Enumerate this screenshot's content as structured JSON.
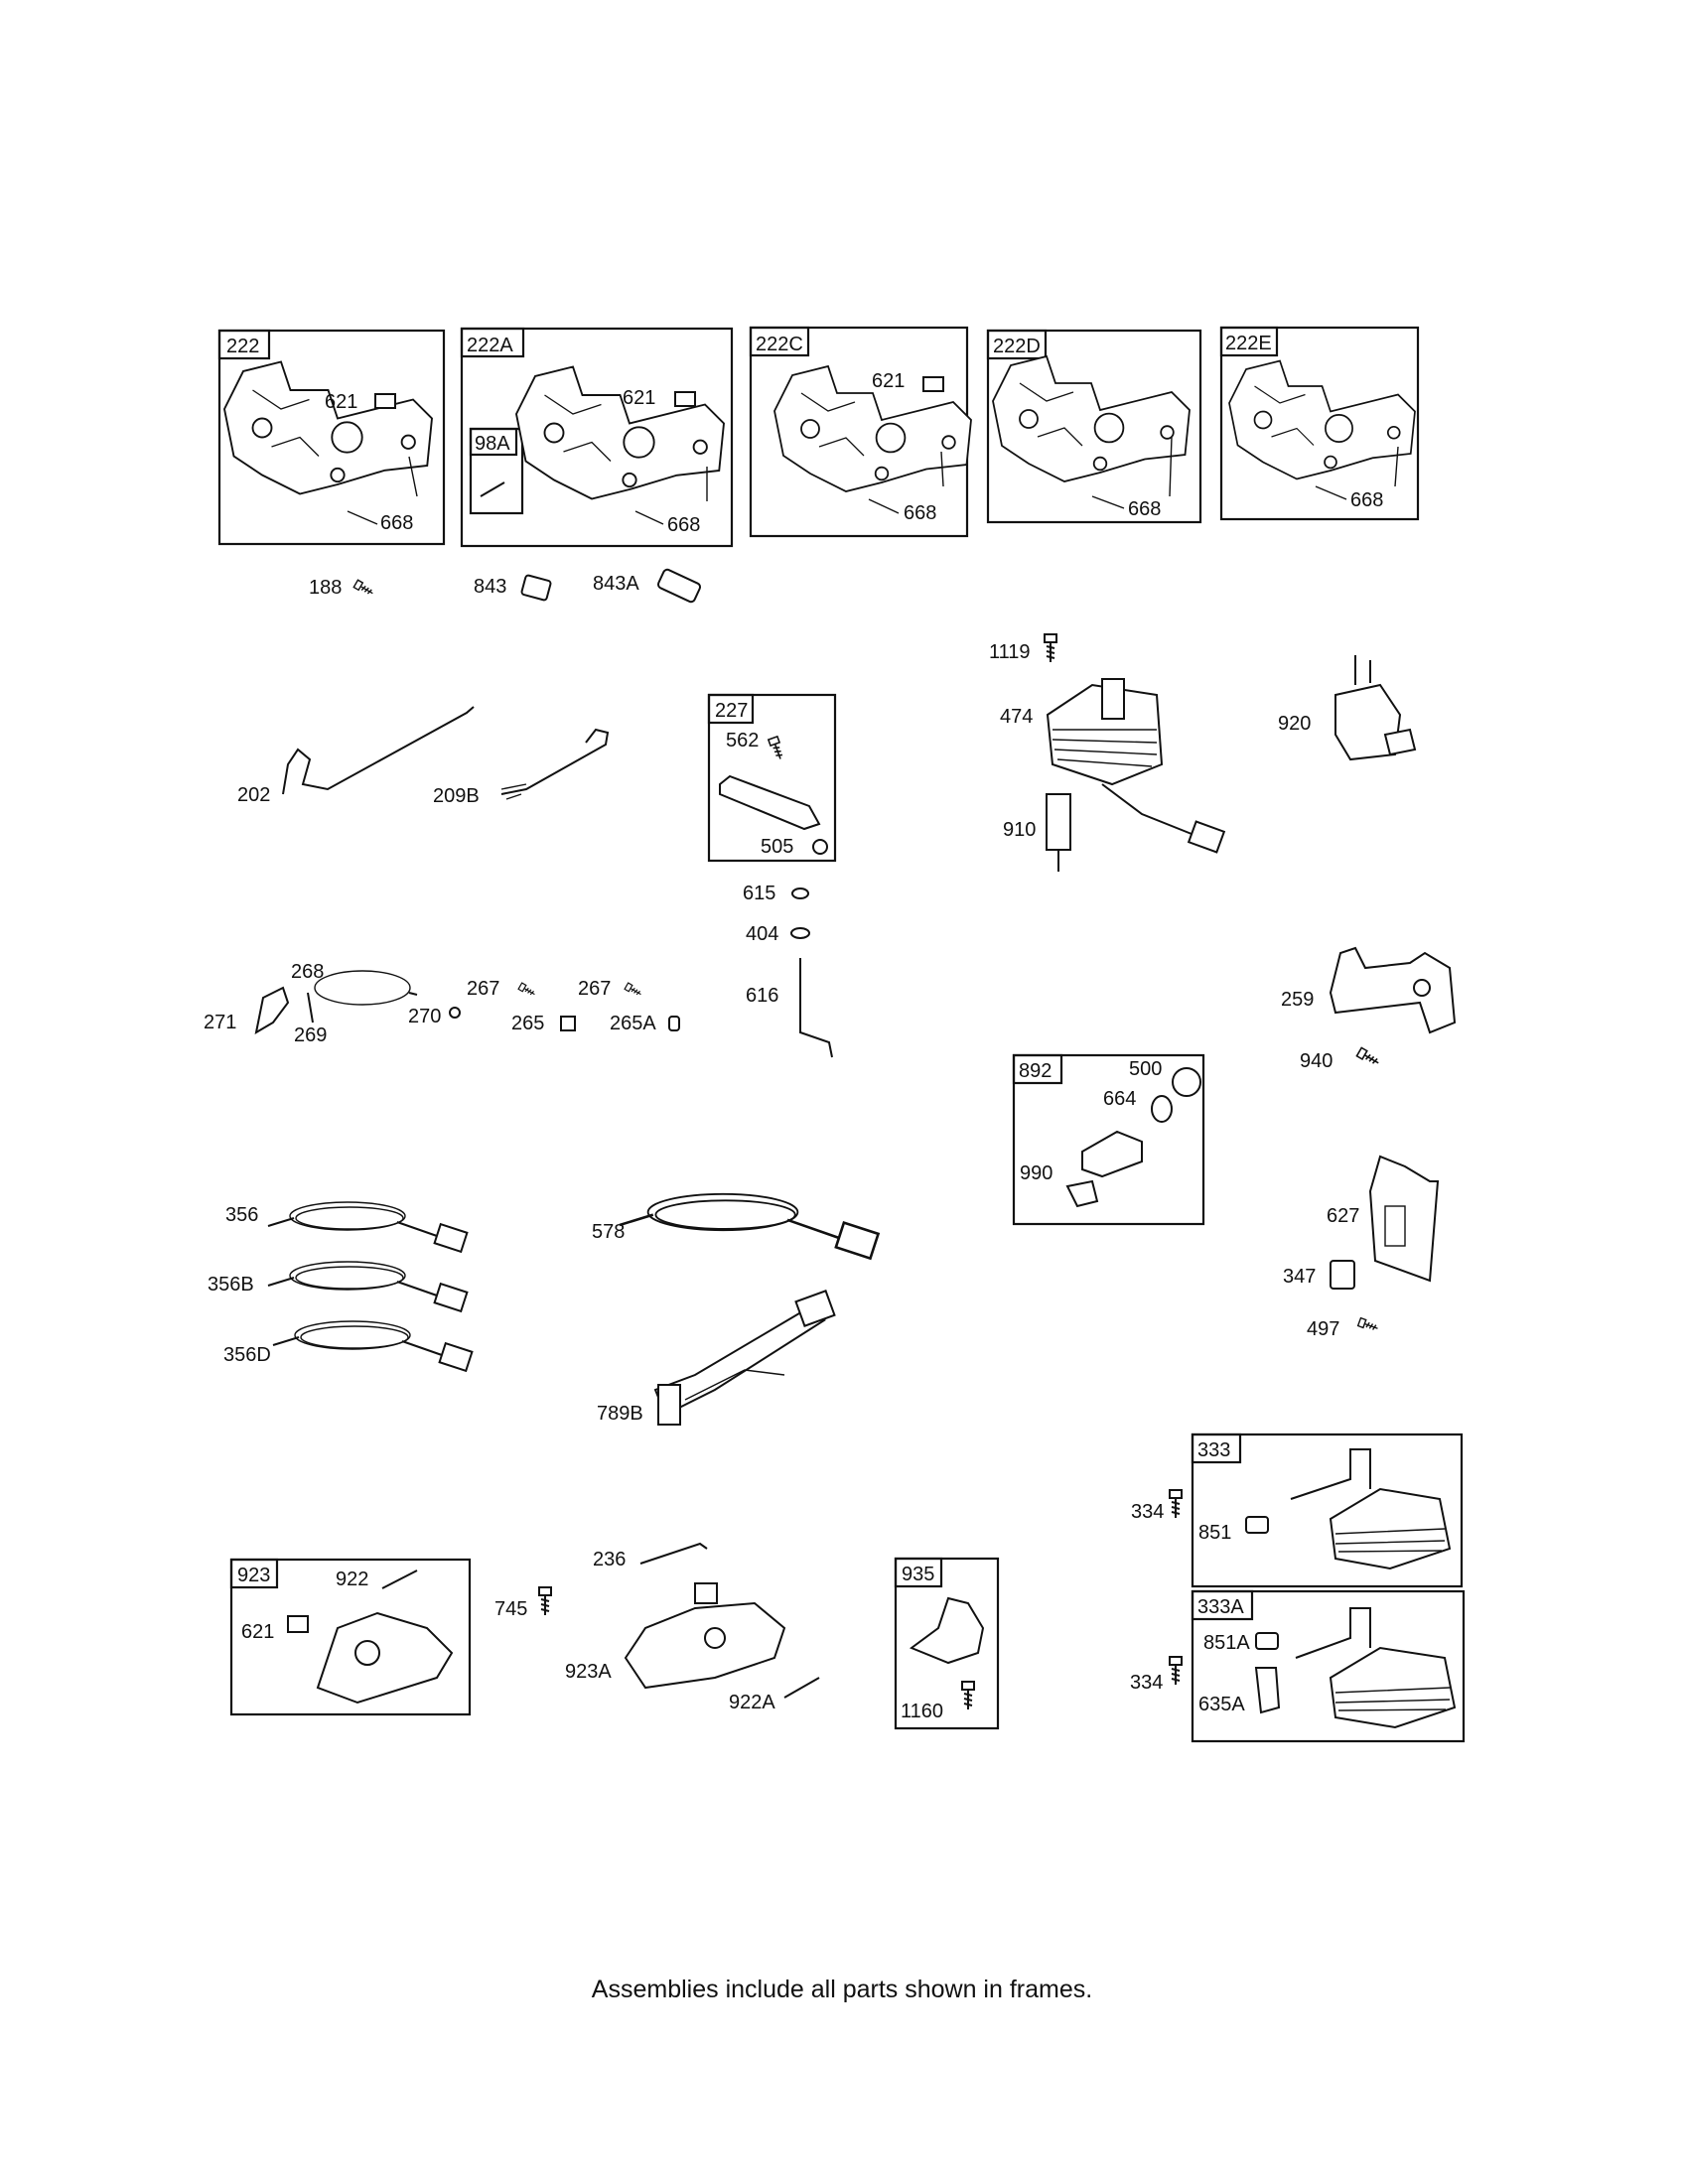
{
  "frames": {
    "f222": "222",
    "f222a": "222A",
    "f98a": "98A",
    "f222c": "222C",
    "f222d": "222D",
    "f222e": "222E",
    "f227": "227",
    "f892": "892",
    "f333": "333",
    "f333a": "333A",
    "f923": "923",
    "f935": "935"
  },
  "labels": {
    "l621a": "621",
    "l668a": "668",
    "l621b": "621",
    "l668b": "668",
    "l621c": "621",
    "l668c": "668",
    "l668d": "668",
    "l668e": "668",
    "l188": "188",
    "l843": "843",
    "l843a": "843A",
    "l1119": "1119",
    "l474": "474",
    "l910": "910",
    "l920": "920",
    "l202": "202",
    "l209b": "209B",
    "l562": "562",
    "l505": "505",
    "l615": "615",
    "l404": "404",
    "l616": "616",
    "l268": "268",
    "l271": "271",
    "l269": "269",
    "l270": "270",
    "l267a": "267",
    "l267b": "267",
    "l265": "265",
    "l265a": "265A",
    "l259": "259",
    "l940": "940",
    "l500": "500",
    "l664": "664",
    "l990": "990",
    "l356": "356",
    "l356b": "356B",
    "l356d": "356D",
    "l578": "578",
    "l789b": "789B",
    "l627": "627",
    "l347": "347",
    "l497": "497",
    "l334a": "334",
    "l851": "851",
    "l334b": "334",
    "l851a": "851A",
    "l635a": "635A",
    "l922": "922",
    "l621d": "621",
    "l745": "745",
    "l236": "236",
    "l923a": "923A",
    "l922a": "922A",
    "l1160": "1160"
  },
  "footer": "Assemblies include all parts shown in frames."
}
